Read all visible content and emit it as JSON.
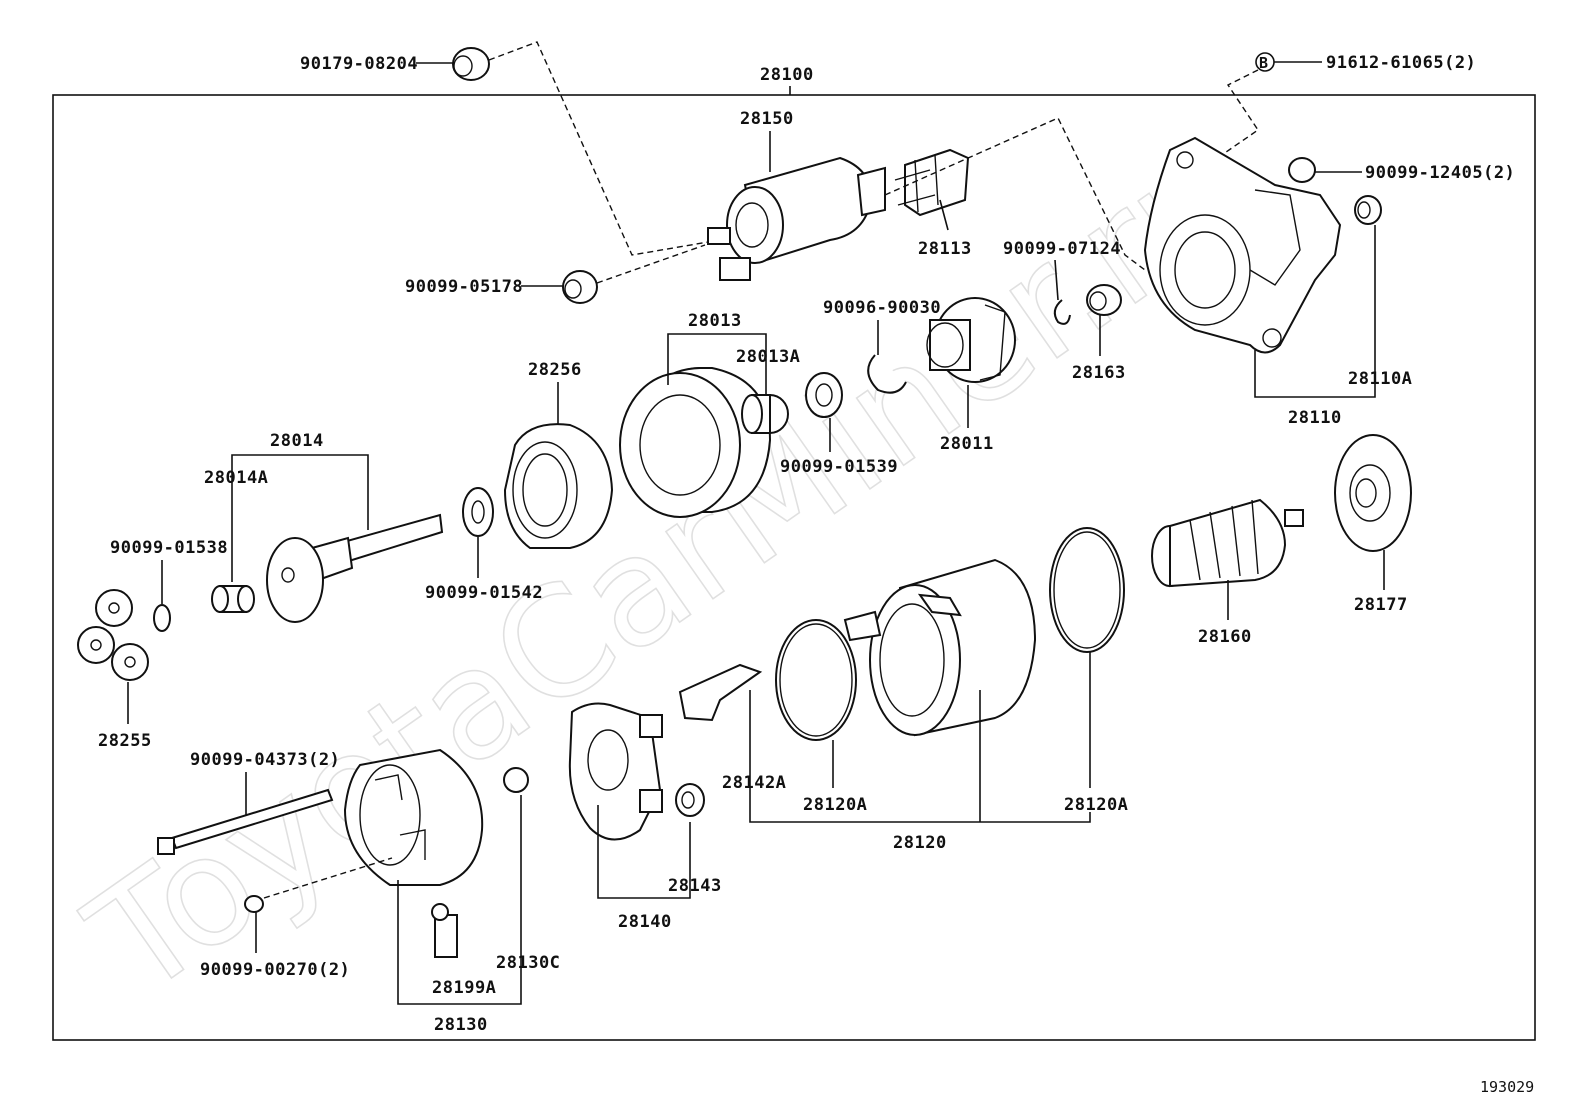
{
  "diagram_id": "193029",
  "watermark": "ToyotaCarMiner.ru",
  "callout_marker": "B",
  "labels": {
    "p90179_08204": "90179-08204",
    "p28100": "28100",
    "p91612_61065": "91612-61065(2)",
    "p28150": "28150",
    "p90099_12405": "90099-12405(2)",
    "p28113": "28113",
    "p90099_07124": "90099-07124",
    "p90099_05178": "90099-05178",
    "p28013": "28013",
    "p90096_90030": "90096-90030",
    "p28013A": "28013A",
    "p28256": "28256",
    "p28163": "28163",
    "p28110A": "28110A",
    "p28110": "28110",
    "p28011": "28011",
    "p28014": "28014",
    "p90099_01539": "90099-01539",
    "p28014A": "28014A",
    "p90099_01538": "90099-01538",
    "p90099_01542": "90099-01542",
    "p28160": "28160",
    "p28177": "28177",
    "p28255": "28255",
    "p90099_04373": "90099-04373(2)",
    "p28142A": "28142A",
    "p28120A_left": "28120A",
    "p28120A_right": "28120A",
    "p28120": "28120",
    "p28143": "28143",
    "p28140": "28140",
    "p90099_00270": "90099-00270(2)",
    "p28130C": "28130C",
    "p28199A": "28199A",
    "p28130": "28130"
  }
}
